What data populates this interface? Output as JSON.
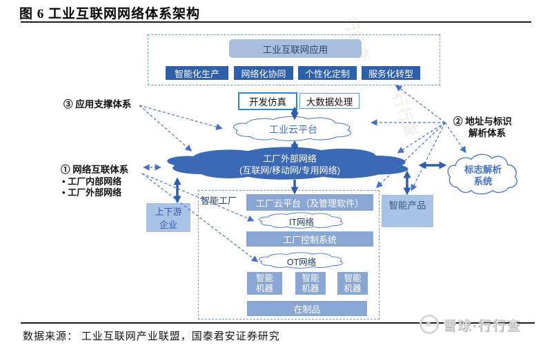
{
  "title": "图 6 工业互联网网络体系架构",
  "source": "数据来源： 工业互联网产业联盟，国泰君安证券研究",
  "watermark": {
    "footer": "雪球·行行查",
    "diffuse": "行行查",
    "logo_glyph": "✕"
  },
  "labels": {
    "app_support": "③ 应用支撑体系",
    "net_title": "① 网络互联体系",
    "net_b1": "•  工厂内部网络",
    "net_b2": "•  工厂外部网络",
    "addr_l1": "② 地址与标识",
    "addr_l2": "解析体系"
  },
  "top": {
    "app_title": "工业互联网应用",
    "apps": [
      "智能化生产",
      "网络化协同",
      "个性化定制",
      "服务化转型"
    ]
  },
  "mid": {
    "dev_sim": "开发仿真",
    "big_data": "大数据处理",
    "industrial_cloud": "工业云平台",
    "external_line1": "工厂外部网络",
    "external_line2": "(互联网/移动网/专用网络)"
  },
  "left_box": {
    "l1": "上下游",
    "l2": "企业"
  },
  "right": {
    "product": "智能产品",
    "resolve_l1": "标志解析",
    "resolve_l2": "系统"
  },
  "factory": {
    "label": "智能工厂",
    "cloud_platform": "工厂云平台（及管理软件）",
    "it_net": "IT网络",
    "control": "工厂控制系统",
    "ot_net": "OT网络",
    "machine_l1": "智能",
    "machine_l2": "机器",
    "wip": "在制品"
  },
  "colors": {
    "dark_blue": "#2e5fa8",
    "medium_blue": "#8aa7d3",
    "light_blue": "#a9c3e6",
    "header_blue": "#a9bedc",
    "cloud_dark_fill": "#3b69b5",
    "line_blue": "#4472c4",
    "thick_arrow": "#2f5cab"
  }
}
